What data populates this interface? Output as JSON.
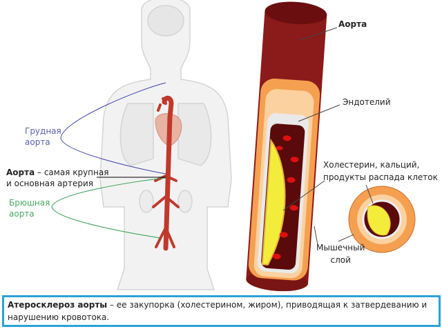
{
  "labels": {
    "thoracic_aorta": [
      "Грудная",
      "аорта"
    ],
    "aorta_desc_bold": "Аорта",
    "aorta_desc_rest": " – самая крупная",
    "aorta_desc_line2": "и основная артерия",
    "abdominal_aorta": [
      "Брюшная",
      "аорта"
    ],
    "aorta": "Аорта",
    "endothelium": "Эндотелий",
    "plaque": [
      "Холестерин, кальций,",
      "продукты распада клеток"
    ],
    "muscle": [
      "Мышечный",
      "слой"
    ]
  },
  "caption": {
    "bold": "Атеросклероз аорты",
    "text": " – ее закупорка (холестерином, жиром), приводящая к затвердеванию и нарушению кровотока."
  },
  "colors": {
    "frame": "#2aa2d6",
    "artery": "#c0392b",
    "thoracic": "#5a5fae",
    "abdominal": "#4aa864"
  }
}
